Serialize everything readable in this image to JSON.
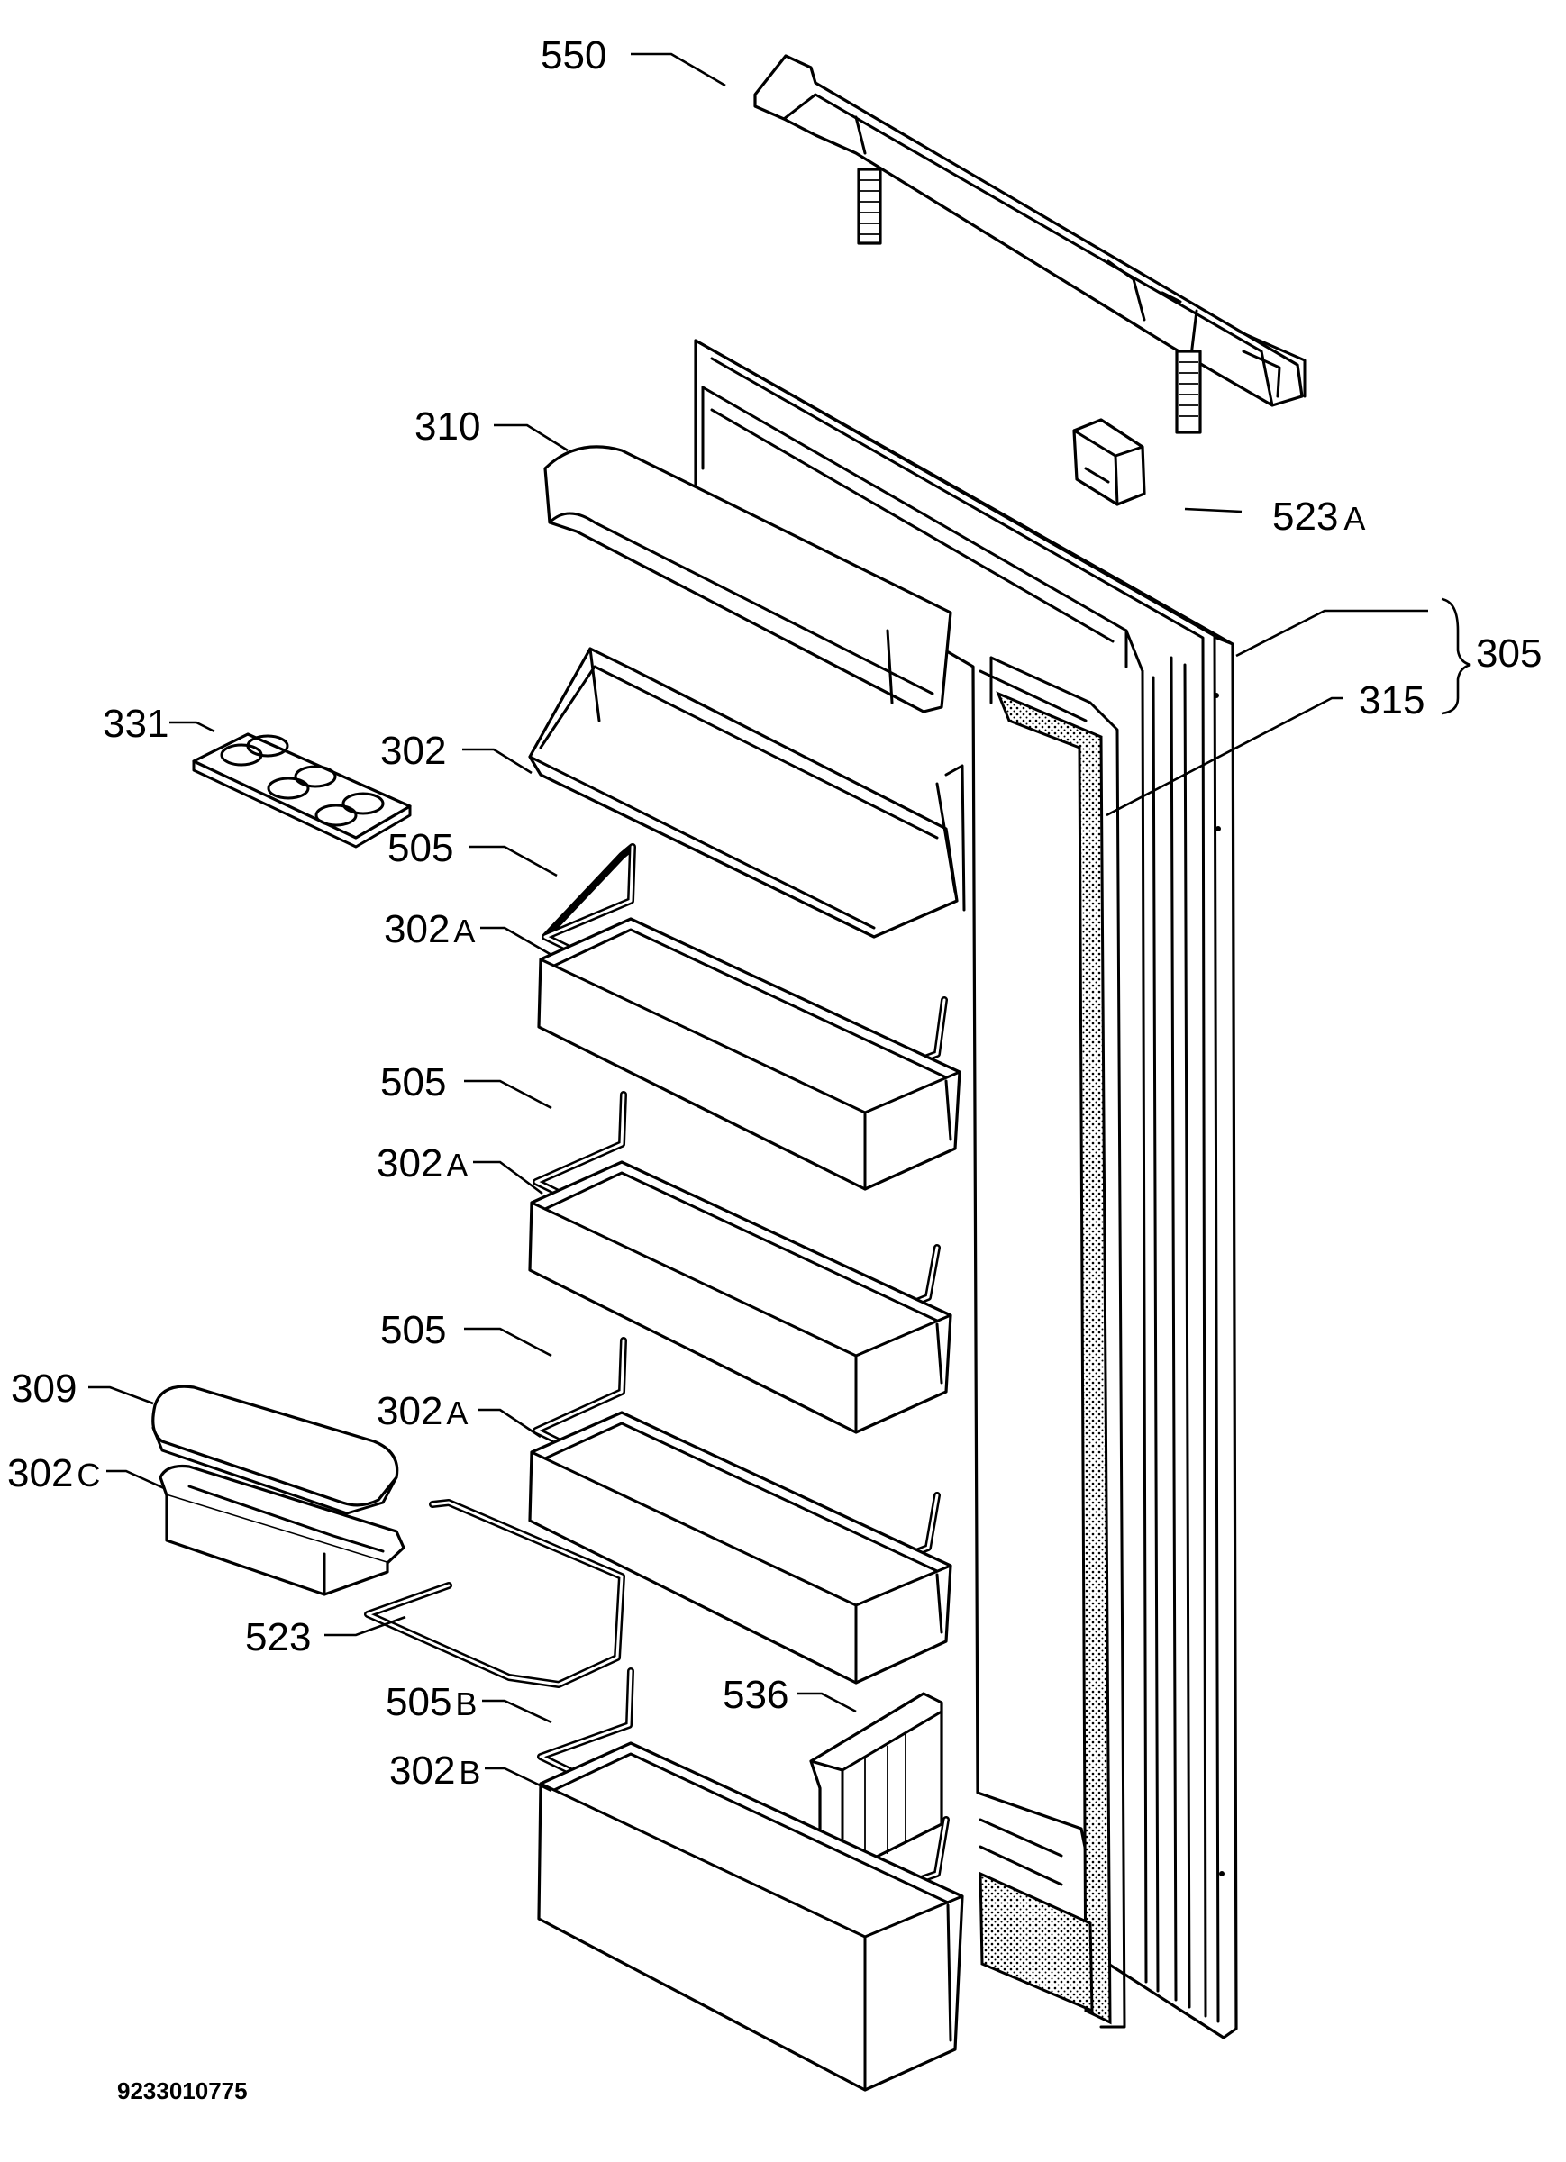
{
  "document_code": "9233010775",
  "labels": [
    {
      "id": "550",
      "num": "550",
      "suffix": ""
    },
    {
      "id": "310",
      "num": "310",
      "suffix": ""
    },
    {
      "id": "523A",
      "num": "523",
      "suffix": "A"
    },
    {
      "id": "305",
      "num": "305",
      "suffix": ""
    },
    {
      "id": "315",
      "num": "315",
      "suffix": ""
    },
    {
      "id": "331",
      "num": "331",
      "suffix": ""
    },
    {
      "id": "302",
      "num": "302",
      "suffix": ""
    },
    {
      "id": "505-1",
      "num": "505",
      "suffix": ""
    },
    {
      "id": "302A-1",
      "num": "302",
      "suffix": "A"
    },
    {
      "id": "505-2",
      "num": "505",
      "suffix": ""
    },
    {
      "id": "302A-2",
      "num": "302",
      "suffix": "A"
    },
    {
      "id": "505-3",
      "num": "505",
      "suffix": ""
    },
    {
      "id": "302A-3",
      "num": "302",
      "suffix": "A"
    },
    {
      "id": "309",
      "num": "309",
      "suffix": ""
    },
    {
      "id": "302C",
      "num": "302",
      "suffix": "C"
    },
    {
      "id": "523",
      "num": "523",
      "suffix": ""
    },
    {
      "id": "536",
      "num": "536",
      "suffix": ""
    },
    {
      "id": "505B",
      "num": "505",
      "suffix": "B"
    },
    {
      "id": "302B",
      "num": "302",
      "suffix": "B"
    }
  ]
}
